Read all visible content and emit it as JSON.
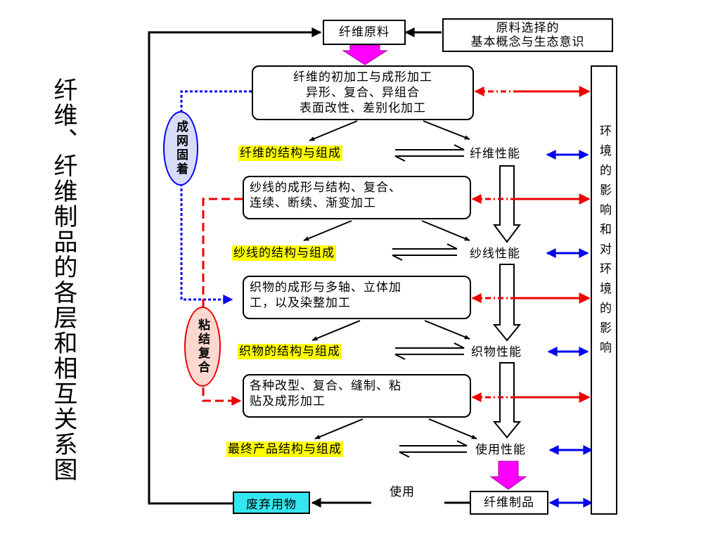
{
  "title": "纤维、纤维制品的各层和相互关系图",
  "raw_material": "纤维原料",
  "raw_material_note": [
    "原料选择的",
    "基本概念与生态意识"
  ],
  "environment": "环境的影响和对环境的影响",
  "levels": [
    {
      "process": [
        "纤维的初加工与成形加工",
        "异形、复合、异组合",
        "表面改性、差别化加工"
      ],
      "structure": "纤维的结构与组成",
      "performance": "纤维性能"
    },
    {
      "process": [
        "纱线的成形与结构、复合、",
        "连续、断续、渐变加工"
      ],
      "structure": "纱线的结构与组成",
      "performance": "纱线性能"
    },
    {
      "process": [
        "织物的成形与多轴、立体加",
        "工，以及染整加工"
      ],
      "structure": "织物的结构与组成",
      "performance": "织物性能"
    },
    {
      "process": [
        "各种改型、复合、缝制、粘",
        "贴及成形加工"
      ],
      "structure": "最终产品结构与组成",
      "performance": "使用性能"
    }
  ],
  "ovals": {
    "web_fixing": "成网固着",
    "bonding": "粘结复合"
  },
  "product": "纤维制品",
  "waste": "废弃用物",
  "use_label": "使用",
  "colors": {
    "blue_dash": "#0000ee",
    "red": "#ee0000",
    "magenta": "#ff00ff",
    "cyan": "#33e6f0",
    "highlight": "#ffff00",
    "oval_blue_fill": "#d8dcf8",
    "oval_red_fill": "#fcd8d0"
  }
}
